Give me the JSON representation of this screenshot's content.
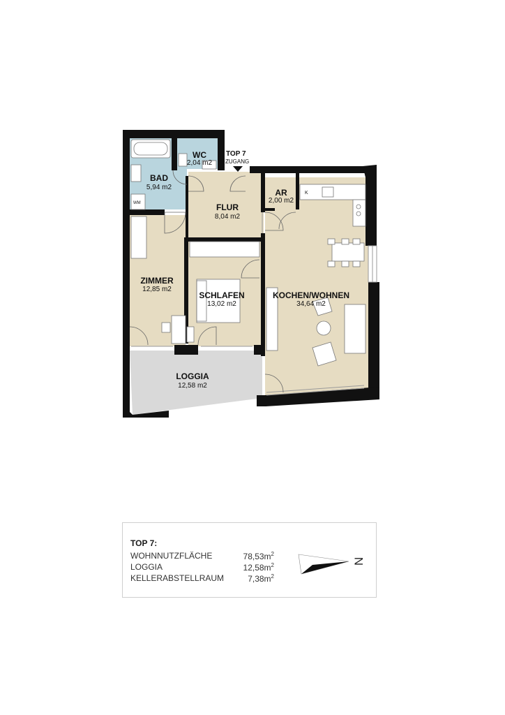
{
  "apartment": {
    "top_label": "TOP 7",
    "entrance_label": "ZUGANG"
  },
  "rooms": {
    "bad": {
      "name": "BAD",
      "area": "5,94 m2"
    },
    "wc": {
      "name": "WC",
      "area": "2,04 m2"
    },
    "flur": {
      "name": "FLUR",
      "area": "8,04 m2"
    },
    "ar": {
      "name": "AR",
      "area": "2,00 m2"
    },
    "zimmer": {
      "name": "ZIMMER",
      "area": "12,85 m2"
    },
    "schlafen": {
      "name": "SCHLAFEN",
      "area": "13,02 m2"
    },
    "kochen_wohnen": {
      "name": "KOCHEN/WOHNEN",
      "area": "34,64 m2"
    },
    "loggia": {
      "name": "LOGGIA",
      "area": "12,58 m2"
    }
  },
  "fixtures": {
    "washing_machine": "WM",
    "kitchen_k": "K"
  },
  "summary": {
    "title": "TOP 7:",
    "rows": [
      {
        "label": "WOHNNUTZFLÄCHE",
        "value": "78,53m",
        "unit_sup": "2"
      },
      {
        "label": "LOGGIA",
        "value": "12,58m",
        "unit_sup": "2"
      },
      {
        "label": "KELLERABSTELLRAUM",
        "value": "7,38m",
        "unit_sup": "2"
      }
    ],
    "north_label": "N"
  },
  "colors": {
    "wall": "#111111",
    "living_floor": "#e6dcc2",
    "bath_floor": "#b9d5de",
    "loggia_floor": "#d9d9d9"
  }
}
